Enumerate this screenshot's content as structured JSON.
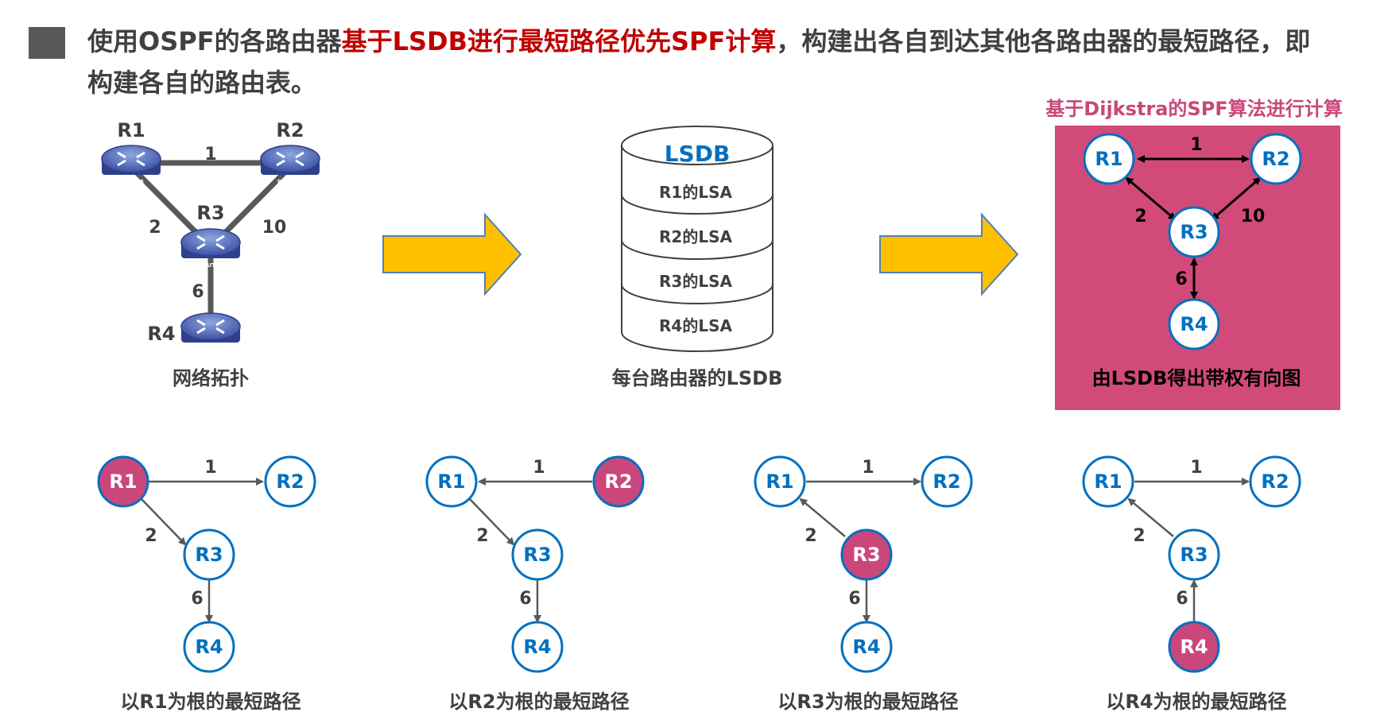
{
  "title": {
    "part1": "使用OSPF的各路由器",
    "part2": "基于LSDB进行最短路径优先SPF计算",
    "part3": "，构建出各自到达其他各路由器的最短路径，即构建各自的路由表。"
  },
  "topology": {
    "caption": "网络拓扑",
    "routers": [
      {
        "name": "R1",
        "icon_text": "ROUTER"
      },
      {
        "name": "R2",
        "icon_text": "ROUTER"
      },
      {
        "name": "R3",
        "icon_text": "ROUTER"
      },
      {
        "name": "R4",
        "icon_text": "ROUTER"
      }
    ],
    "links": [
      {
        "from": "R1",
        "to": "R2",
        "cost": "1"
      },
      {
        "from": "R1",
        "to": "R3",
        "cost": "2"
      },
      {
        "from": "R2",
        "to": "R3",
        "cost": "10"
      },
      {
        "from": "R3",
        "to": "R4",
        "cost": "6"
      }
    ]
  },
  "lsdb": {
    "title": "LSDB",
    "entries": [
      "R1的LSA",
      "R2的LSA",
      "R3的LSA",
      "R4的LSA"
    ],
    "caption": "每台路由器的LSDB"
  },
  "graph_panel": {
    "heading": "基于Dijkstra的SPF算法进行计算",
    "caption": "由LSDB得出带权有向图",
    "bg_color": "#d14a7a"
  },
  "trees": [
    {
      "root": "R1",
      "caption": "以R1为根的最短路径"
    },
    {
      "root": "R2",
      "caption": "以R2为根的最短路径"
    },
    {
      "root": "R3",
      "caption": "以R3为根的最短路径"
    },
    {
      "root": "R4",
      "caption": "以R4为根的最短路径"
    }
  ],
  "colors": {
    "node_border": "#0070c0",
    "node_text": "#0070c0",
    "root_fill": "#c9477a",
    "arrow_fill": "#ffc000",
    "arrow_stroke": "#4f81bd",
    "title_red": "#c00000"
  }
}
